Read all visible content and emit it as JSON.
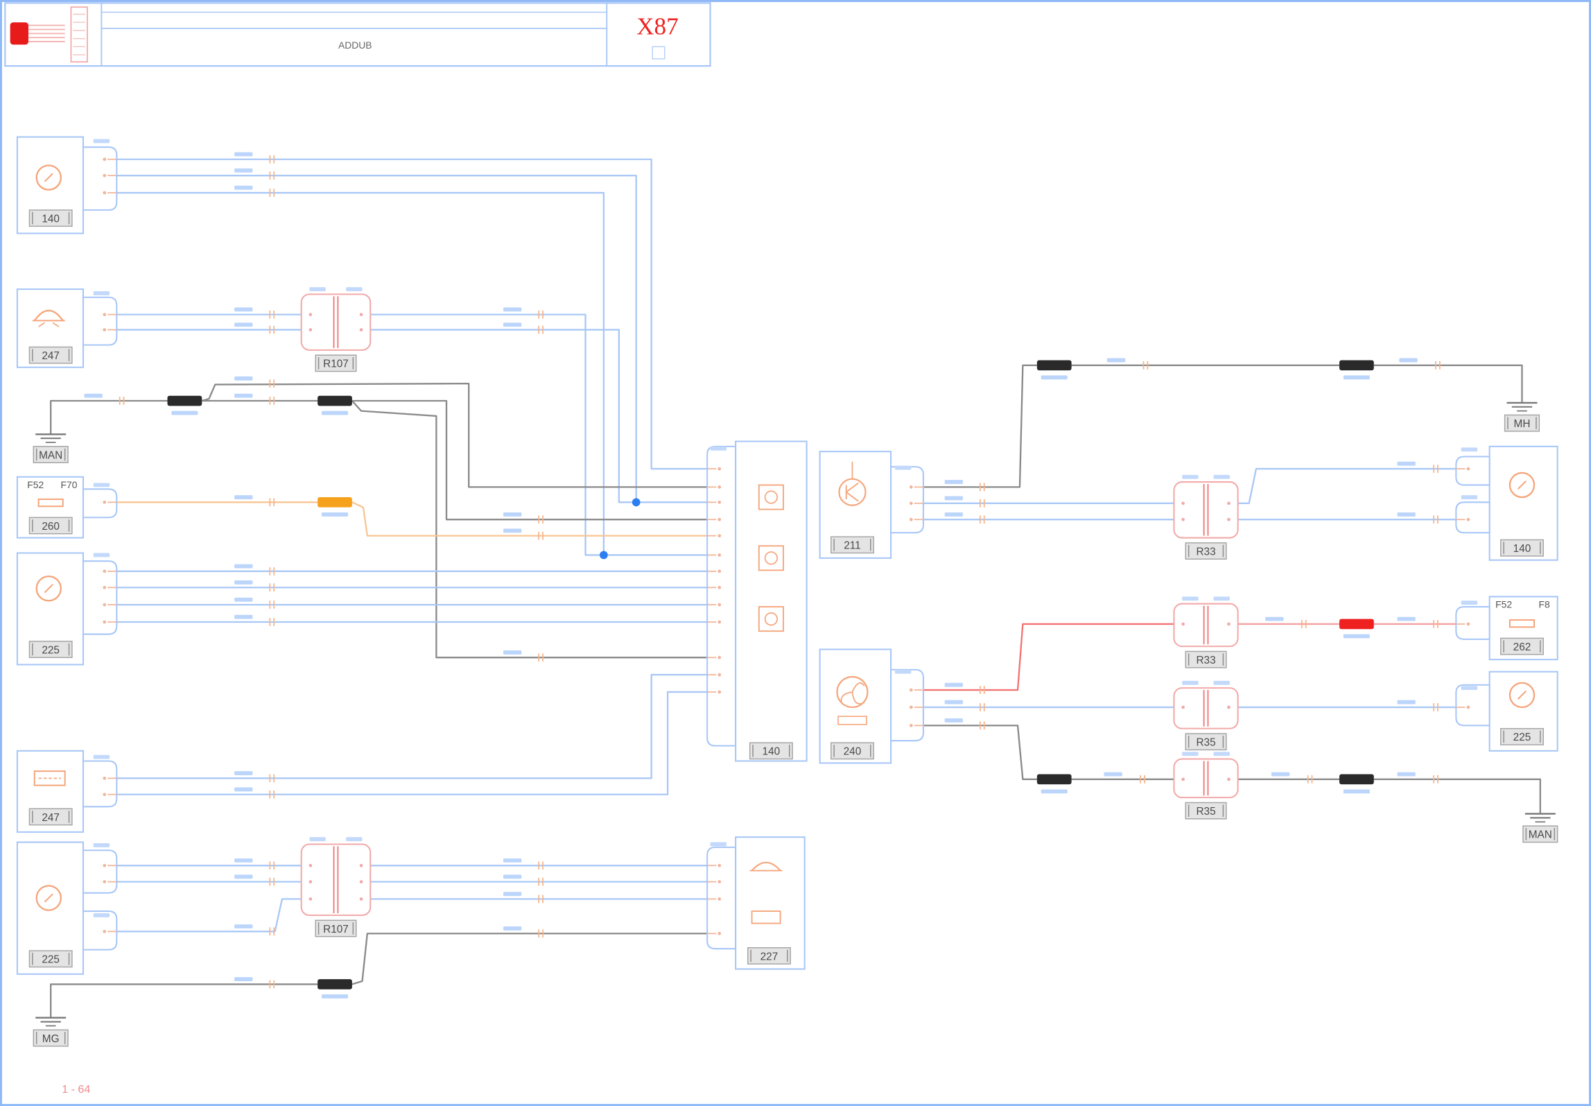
{
  "header": {
    "code": "X87",
    "caption": "ADDUB"
  },
  "components": {
    "left_1": "140",
    "left_2": "247",
    "left_3": "260",
    "left_4": "225",
    "left_5": "247",
    "left_6": "225",
    "center_main": "140",
    "center_lower": "227",
    "mid_upper": "211",
    "mid_lower": "240",
    "right_upper": "140",
    "right_middle": "262",
    "right_lower": "225"
  },
  "fuse_labels": {
    "left_a": "F52",
    "left_b": "F70",
    "right_a": "F52",
    "right_b": "F8"
  },
  "grounds": {
    "g1": "MAN",
    "g2": "MG",
    "g3": "MH",
    "g4": "MAN"
  },
  "connectors": {
    "r1": "R107",
    "r2": "R107",
    "r3": "R33",
    "r4": "R33",
    "r5": "R35",
    "r6": "R35"
  },
  "footer": {
    "page": "1 - 64"
  },
  "colors": {
    "border": "#8fb8f7",
    "box": "#a7c6f7",
    "wire_blue": "#a9c8f5",
    "wire_gray": "#8a8a8a",
    "wire_orange": "#f8c593",
    "wire_red": "#f27373",
    "symbol": "#f5a67c",
    "header_code": "#ee2222",
    "plug": "#e81b1b",
    "connector_black": "#2a2a2a",
    "connector_orange": "#f6a11c",
    "connector_red": "#ee2020",
    "splice_dot": "#2b7ff0",
    "label_fill": "#e4e4e4"
  }
}
